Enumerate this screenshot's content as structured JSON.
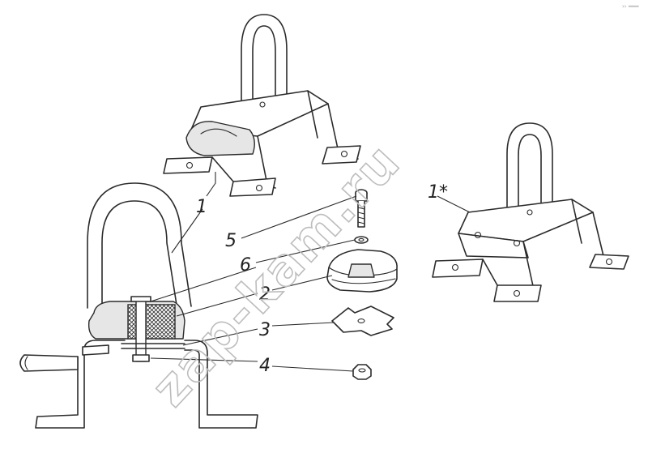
{
  "watermark": {
    "text": "zap-kam.ru"
  },
  "corner_mark": "›› ═══",
  "callouts": {
    "c1": "1",
    "c1s": "1*",
    "c2": "2",
    "c3": "3",
    "c4": "4",
    "c5": "5",
    "c6": "6"
  }
}
